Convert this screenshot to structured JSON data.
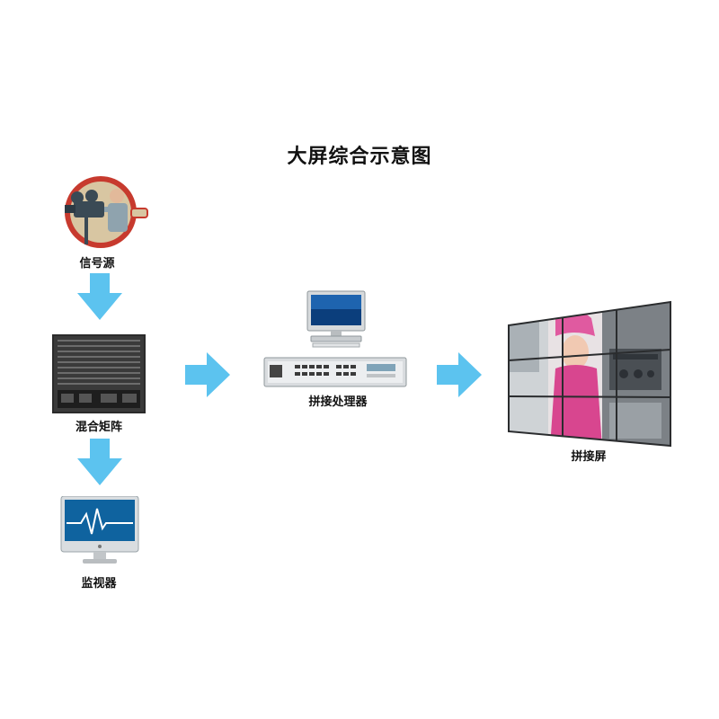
{
  "diagram": {
    "title": "大屏综合示意图",
    "nodes": {
      "signal_source": {
        "label": "信号源"
      },
      "hybrid_matrix": {
        "label": "混合矩阵"
      },
      "monitor": {
        "label": "监视器"
      },
      "splicing_processor": {
        "label": "拼接处理器"
      },
      "splicing_screen": {
        "label": "拼接屏"
      }
    },
    "colors": {
      "arrow": "#5cc3ef",
      "matrix_body": "#2b2b2b",
      "screen_glow": "#1aa6e8",
      "wall_accent": "#e05aa0"
    }
  }
}
